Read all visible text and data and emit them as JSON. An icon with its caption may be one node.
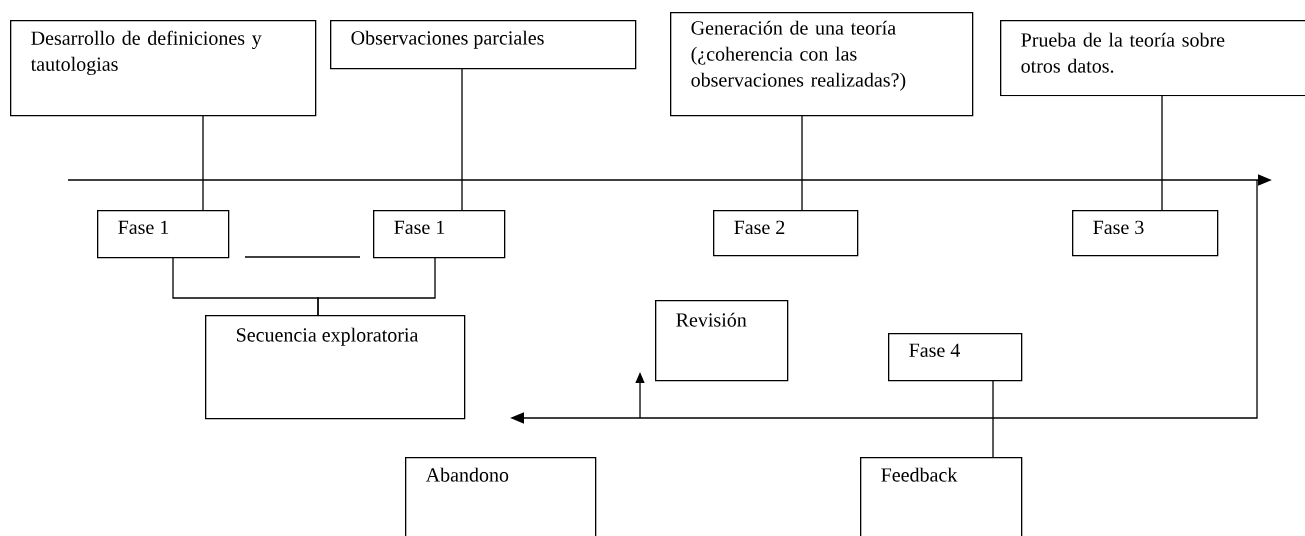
{
  "diagram": {
    "nodes": [
      {
        "text": [
          "Desarrollo de definiciones y tautologias"
        ]
      },
      {
        "text": [
          "Observaciones parciales"
        ]
      },
      {
        "text": [
          "Generación de una teoría (¿coherencia con las observaciones realizadas?)"
        ]
      },
      {
        "text": [
          "Prueba de la teoría sobre otros datos."
        ]
      },
      {
        "text": [
          "Fase 1"
        ]
      },
      {
        "text": [
          "Fase 1"
        ]
      },
      {
        "text": [
          "Fase 2"
        ]
      },
      {
        "text": [
          "Fase 3"
        ]
      },
      {
        "text": [
          "Secuencia exploratoria"
        ]
      },
      {
        "text": [
          "Revisión"
        ]
      },
      {
        "text": [
          "Fase 4"
        ]
      },
      {
        "text": [
          "Abandono"
        ]
      },
      {
        "text": [
          "Feedback"
        ]
      }
    ],
    "edges": [
      {
        "from": 0,
        "to": 4,
        "arrow": "none"
      },
      {
        "from": 1,
        "to": 5,
        "arrow": "none"
      },
      {
        "from": 2,
        "to": 6,
        "arrow": "none"
      },
      {
        "from": 3,
        "to": 7,
        "arrow": "none"
      },
      {
        "from": 4,
        "to": 8,
        "arrow": "none"
      },
      {
        "from": 5,
        "to": 8,
        "arrow": "none"
      },
      {
        "from": 10,
        "to": 12,
        "arrow": "none"
      }
    ]
  }
}
